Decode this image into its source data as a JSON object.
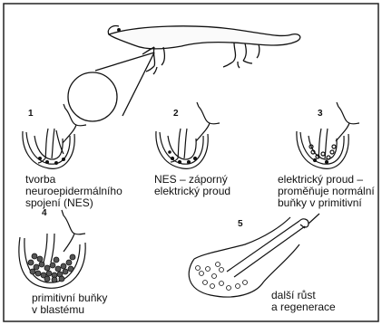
{
  "figure": {
    "steps": [
      {
        "number": "1",
        "caption": [
          "tvorba",
          "neuroepidermálního",
          "spojení (NES)"
        ]
      },
      {
        "number": "2",
        "caption": [
          "NES – záporný",
          "elektrický proud"
        ]
      },
      {
        "number": "3",
        "caption": [
          "elektrický proud –",
          "proměňuje normální",
          "buňky v primitivní"
        ]
      },
      {
        "number": "4",
        "caption": [
          "primitivní buňky",
          "v blastému"
        ]
      },
      {
        "number": "5",
        "caption": [
          "další růst",
          "a regenerace"
        ]
      }
    ]
  }
}
